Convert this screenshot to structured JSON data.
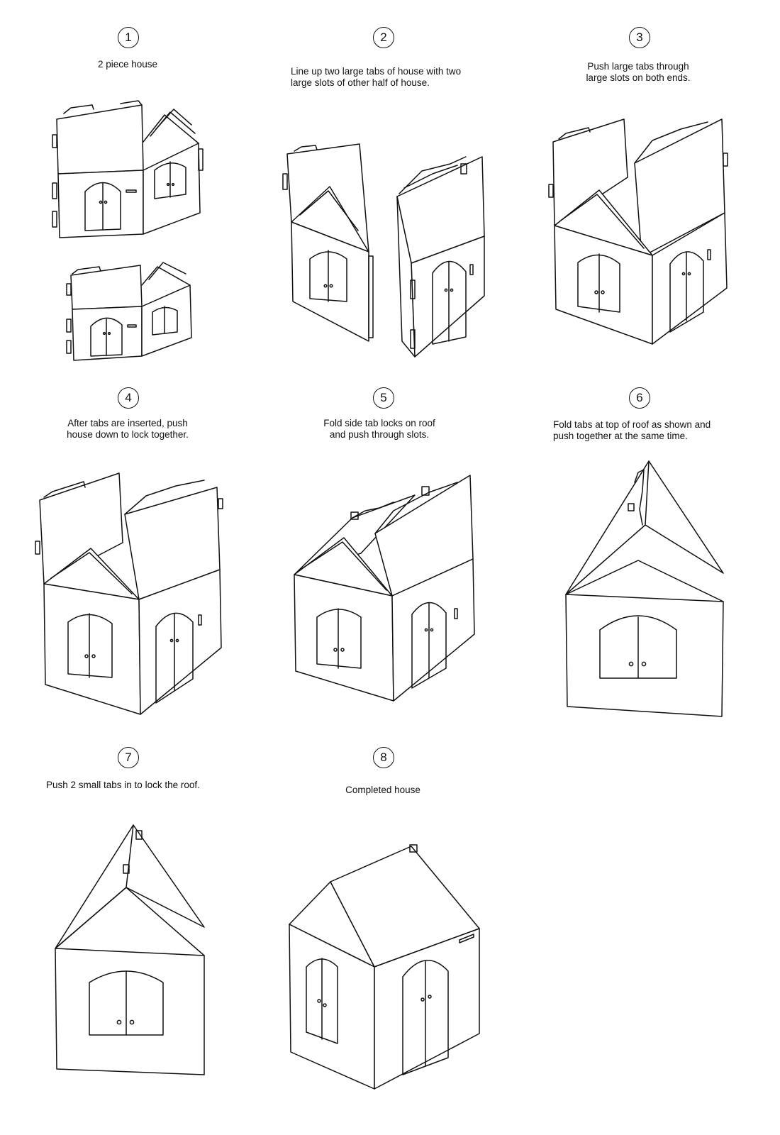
{
  "steps": [
    {
      "number": "1",
      "caption": "2 piece house"
    },
    {
      "number": "2",
      "caption": "Line up two large tabs of house with two\nlarge slots of other half of house."
    },
    {
      "number": "3",
      "caption": "Push large tabs through\nlarge slots on both ends."
    },
    {
      "number": "4",
      "caption": "After tabs are inserted, push\nhouse down to lock together."
    },
    {
      "number": "5",
      "caption": "Fold side tab locks on roof\nand push through slots."
    },
    {
      "number": "6",
      "caption": "Fold tabs at top of roof as shown and\npush together at the same time."
    },
    {
      "number": "7",
      "caption": "Push 2 small tabs in to lock the roof."
    },
    {
      "number": "8",
      "caption": "Completed house"
    }
  ]
}
